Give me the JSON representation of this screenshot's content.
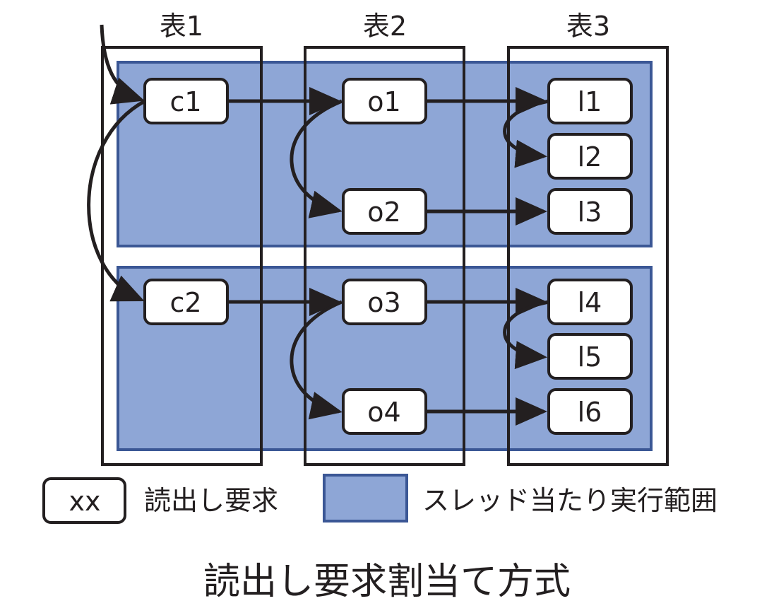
{
  "colors": {
    "thread_fill": "#8EA6D6",
    "thread_border": "#3B5795",
    "box_border": "#231f20",
    "node_fill": "#ffffff",
    "arrow": "#231f20"
  },
  "tables": [
    {
      "label": "表1"
    },
    {
      "label": "表2"
    },
    {
      "label": "表3"
    }
  ],
  "nodes": {
    "c1": "c1",
    "c2": "c2",
    "o1": "o1",
    "o2": "o2",
    "o3": "o3",
    "o4": "o4",
    "l1": "l1",
    "l2": "l2",
    "l3": "l3",
    "l4": "l4",
    "l5": "l5",
    "l6": "l6"
  },
  "legend": {
    "request_box_text": "xx",
    "request_label": "読出し要求",
    "thread_label": "スレッド当たり実行範囲"
  },
  "caption": "読出し要求割当て方式"
}
